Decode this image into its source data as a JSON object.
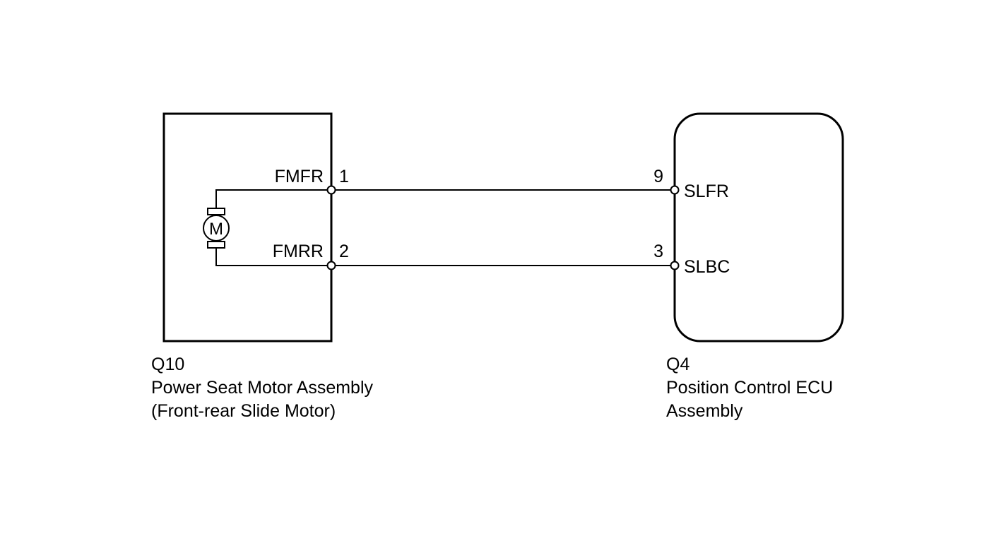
{
  "left_component": {
    "code": "Q10",
    "name_line1": "Power Seat Motor Assembly",
    "name_line2": "(Front-rear Slide Motor)",
    "motor_symbol": "M",
    "pins": [
      {
        "signal": "FMFR",
        "number": "1"
      },
      {
        "signal": "FMRR",
        "number": "2"
      }
    ]
  },
  "right_component": {
    "code": "Q4",
    "name_line1": "Position Control ECU",
    "name_line2": "Assembly",
    "pins": [
      {
        "signal": "SLFR",
        "number": "9"
      },
      {
        "signal": "SLBC",
        "number": "3"
      }
    ]
  }
}
